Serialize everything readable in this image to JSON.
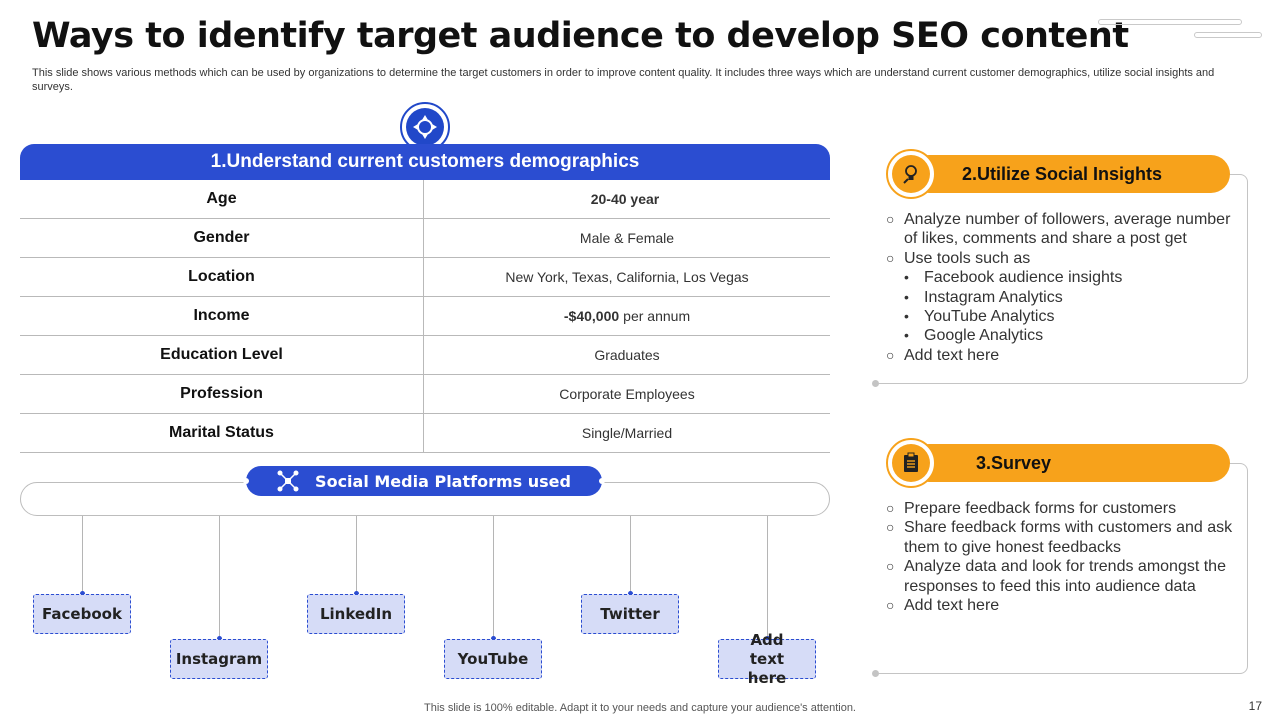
{
  "title": "Ways to identify target audience to develop SEO content",
  "subtitle": "This slide shows various methods which can be used by organizations to determine the target customers in order to improve content quality. It includes three ways which are understand current customer demographics, utilize social insights and surveys.",
  "demographics": {
    "heading": "1.Understand current customers demographics",
    "icon": "target-arrows-icon",
    "rows": [
      {
        "key": "Age",
        "value": "20-40 year"
      },
      {
        "key": "Gender",
        "value": "Male & Female"
      },
      {
        "key": "Location",
        "value": "New York, Texas, California, Los Vegas"
      },
      {
        "key": "Income",
        "value_bold": "-$40,000",
        "value": "per annum"
      },
      {
        "key": "Education Level",
        "value": "Graduates"
      },
      {
        "key": "Profession",
        "value": "Corporate Employees"
      },
      {
        "key": "Marital Status",
        "value": "Single/Married"
      }
    ]
  },
  "social": {
    "heading": "Social Media Platforms used",
    "icon": "network-icon",
    "platforms": [
      "Facebook",
      "Instagram",
      "LinkedIn",
      "YouTube",
      "Twitter",
      "Add text here"
    ]
  },
  "insights": {
    "heading": "2.Utilize Social Insights",
    "icon": "lightbulb-icon",
    "items": [
      "Analyze number of followers, average number of likes, comments and share a post get",
      "Use tools such as"
    ],
    "subitems": [
      "Facebook audience insights",
      "Instagram Analytics",
      "YouTube Analytics",
      "Google Analytics"
    ],
    "last_item": "Add text here"
  },
  "survey": {
    "heading": "3.Survey",
    "icon": "clipboard-icon",
    "items": [
      "Prepare feedback forms for customers",
      "Share feedback forms with customers and ask them to give honest feedbacks",
      "Analyze data and look for trends amongst the responses to feed this into audience data",
      "Add text here"
    ]
  },
  "footer": "This slide is 100% editable. Adapt it to your needs and capture your audience's attention.",
  "page_number": "17",
  "colors": {
    "primary_blue": "#2b4dd1",
    "accent_orange": "#f7a21b",
    "light_blue": "#d6dcf7"
  }
}
